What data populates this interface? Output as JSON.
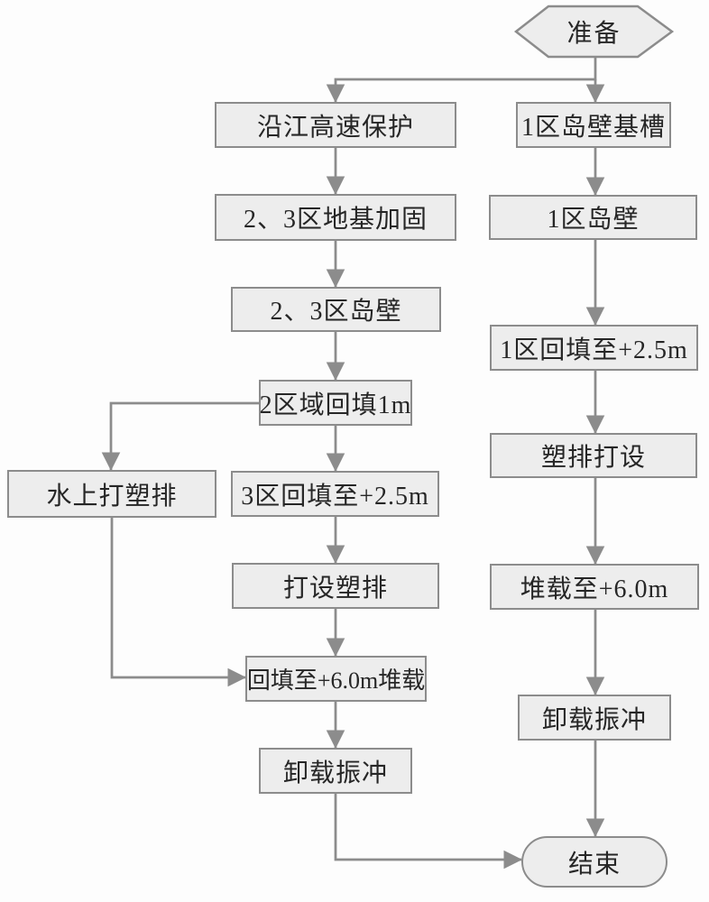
{
  "diagram": {
    "type": "flowchart",
    "colors": {
      "background": "#fdfdfd",
      "node_fill": "#ededed",
      "node_border": "#8c8c8c",
      "connector": "#8c8c8c",
      "text": "#262626"
    },
    "nodes": {
      "start": "准备",
      "highway_protection": "沿江高速保护",
      "zone23_foundation": "2、3区地基加固",
      "zone23_island_wall": "2、3区岛壁",
      "zone2_backfill_1m": "2区域回填1m",
      "zone3_backfill_2_5m": "3区回填至+2.5m",
      "install_plastic_drains": "打设塑排",
      "backfill_6m_surcharge": "回填至+6.0m堆载",
      "unload_vibro_left": "卸载振冲",
      "water_plastic_drains": "水上打塑排",
      "zone1_trench": "1区岛壁基槽",
      "zone1_island_wall": "1区岛壁",
      "zone1_backfill_2_5m": "1区回填至+2.5m",
      "plastic_drain_install": "塑排打设",
      "surcharge_6m": "堆载至+6.0m",
      "unload_vibro_right": "卸载振冲",
      "end": "结束"
    },
    "edges": [
      {
        "from": "start",
        "to": "highway_protection"
      },
      {
        "from": "start",
        "to": "zone1_trench"
      },
      {
        "from": "highway_protection",
        "to": "zone23_foundation"
      },
      {
        "from": "zone23_foundation",
        "to": "zone23_island_wall"
      },
      {
        "from": "zone23_island_wall",
        "to": "zone2_backfill_1m"
      },
      {
        "from": "zone2_backfill_1m",
        "to": "zone3_backfill_2_5m"
      },
      {
        "from": "zone2_backfill_1m",
        "to": "water_plastic_drains"
      },
      {
        "from": "water_plastic_drains",
        "to": "backfill_6m_surcharge"
      },
      {
        "from": "zone3_backfill_2_5m",
        "to": "install_plastic_drains"
      },
      {
        "from": "install_plastic_drains",
        "to": "backfill_6m_surcharge"
      },
      {
        "from": "backfill_6m_surcharge",
        "to": "unload_vibro_left"
      },
      {
        "from": "unload_vibro_left",
        "to": "end"
      },
      {
        "from": "zone1_trench",
        "to": "zone1_island_wall"
      },
      {
        "from": "zone1_island_wall",
        "to": "zone1_backfill_2_5m"
      },
      {
        "from": "zone1_backfill_2_5m",
        "to": "plastic_drain_install"
      },
      {
        "from": "plastic_drain_install",
        "to": "surcharge_6m"
      },
      {
        "from": "surcharge_6m",
        "to": "unload_vibro_right"
      },
      {
        "from": "unload_vibro_right",
        "to": "end"
      }
    ]
  }
}
